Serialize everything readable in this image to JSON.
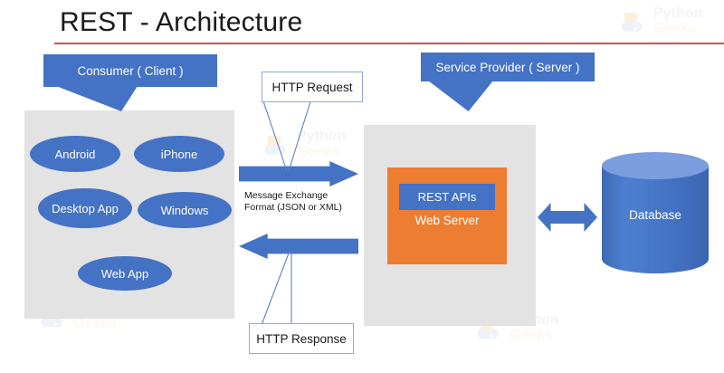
{
  "title": "REST - Architecture",
  "colors": {
    "accent_blue": "#4472c4",
    "orange": "#ed7d31",
    "panel_gray": "#e3e3e3",
    "rule_red": "#d94f4f",
    "db_top": "#7a9ede"
  },
  "callouts": {
    "consumer": "Consumer ( Client )",
    "server": "Service Provider ( Server )"
  },
  "client": {
    "devices": [
      {
        "label": "Android"
      },
      {
        "label": "iPhone"
      },
      {
        "label": "Desktop App"
      },
      {
        "label": "Windows"
      },
      {
        "label": "Web App"
      }
    ]
  },
  "exchange": {
    "request_label": "HTTP Request",
    "response_label": "HTTP Response",
    "format_label": "Message Exchange Format (JSON or XML)",
    "request_arrow_icon": "arrow-right-icon",
    "response_arrow_icon": "arrow-left-icon"
  },
  "server": {
    "api_box": "REST APIs",
    "web_server": "Web Server"
  },
  "database": {
    "label": "Database",
    "link_arrow_icon": "arrow-left-right-icon"
  },
  "watermark": {
    "line1": "Python",
    "line2": "Geeks"
  }
}
